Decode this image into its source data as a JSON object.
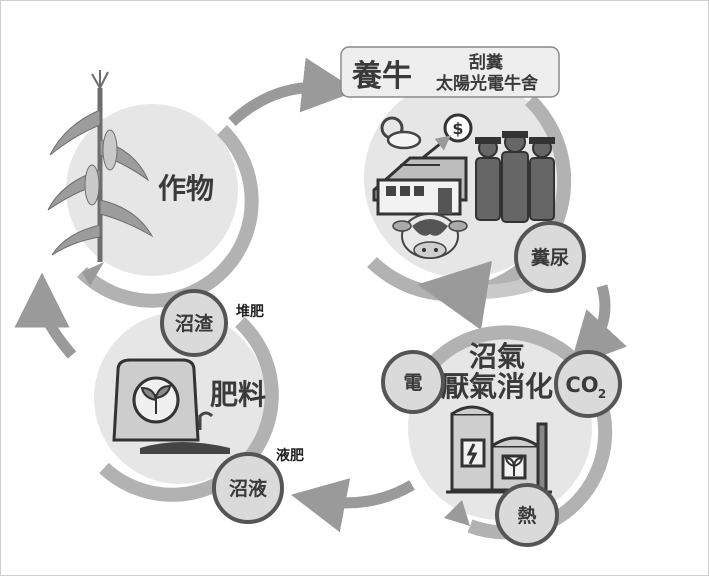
{
  "header": {
    "title": "養牛",
    "subtitle_top": "刮糞",
    "subtitle_bottom": "太陽光電牛舍"
  },
  "nodes": {
    "crops": "作物",
    "fertilizer": "肥料",
    "manure": "糞尿",
    "biogas_title": "沼氣",
    "digestion": "厭氣消化",
    "electricity": "電",
    "co2_main": "CO",
    "co2_sub": "2",
    "heat": "熱",
    "digestate": "沼渣",
    "digestate_use": "堆肥",
    "liquid": "沼液",
    "liquid_use": "液肥"
  },
  "icons": {
    "corn": "corn-plant-icon",
    "barn": "solar-barn-icon",
    "farmers": "farmers-icon",
    "cow": "cow-face-icon",
    "fertilizer_bag": "fertilizer-bag-icon",
    "biogas_plant": "biogas-plant-icon",
    "dollar": "dollar-coin-icon",
    "weather": "sun-cloud-icon"
  },
  "colors": {
    "ring": "#b2b2b2",
    "disc": "#e6e6e6",
    "node": "#dadada",
    "node_border": "#555555",
    "arrow": "#9a9a9a",
    "text": "#3a3a3a"
  }
}
